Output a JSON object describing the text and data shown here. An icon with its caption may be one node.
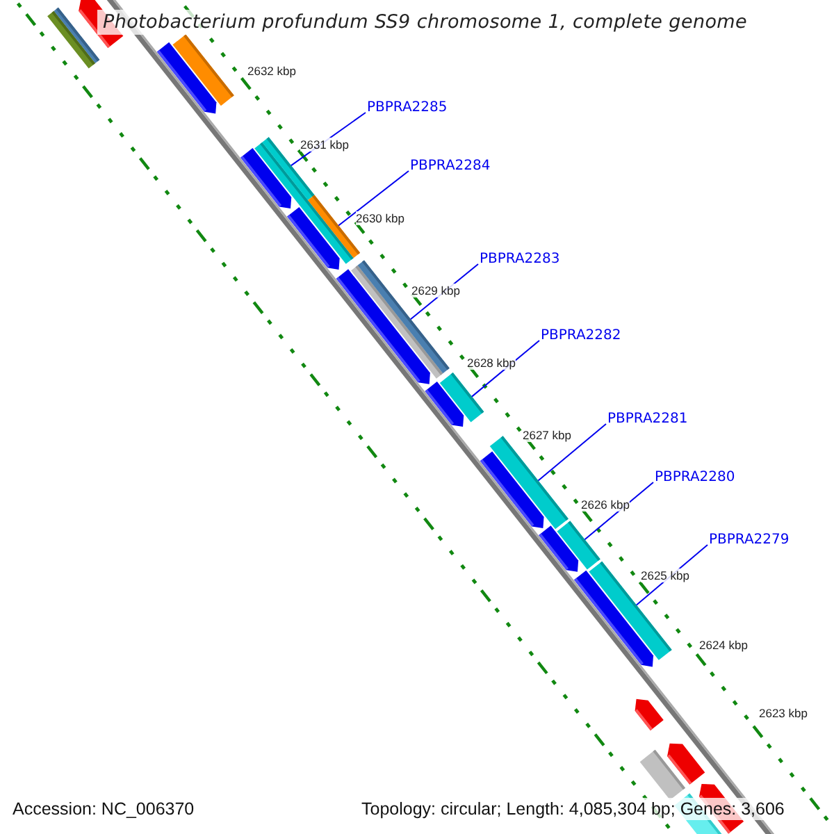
{
  "diagram": {
    "title": "Photobacterium profundum SS9 chromosome 1, complete genome",
    "nodes": [
      {
        "text": [
          "PBPRA2285"
        ]
      },
      {
        "text": [
          "PBPRA2284"
        ]
      },
      {
        "text": [
          "PBPRA2283"
        ]
      },
      {
        "text": [
          "PBPRA2282"
        ]
      },
      {
        "text": [
          "PBPRA2281"
        ]
      },
      {
        "text": [
          "PBPRA2280"
        ]
      },
      {
        "text": [
          "PBPRA2279"
        ]
      },
      {
        "text": [],
        "shape": "bar"
      },
      {
        "text": [],
        "shape": "bar"
      },
      {
        "text": [],
        "shape": "bar"
      },
      {
        "text": [],
        "shape": "bar"
      },
      {
        "text": [],
        "shape": "bar"
      },
      {
        "text": [],
        "shape": "bar"
      },
      {
        "text": [],
        "shape": "bar"
      },
      {
        "text": [],
        "shape": "bar"
      }
    ],
    "edges": [
      {
        "from": 0,
        "to": 8,
        "arrow": "none"
      },
      {
        "from": 1,
        "to": 9,
        "arrow": "none"
      },
      {
        "from": 2,
        "to": 10,
        "arrow": "none"
      },
      {
        "from": 3,
        "to": 11,
        "arrow": "none"
      },
      {
        "from": 4,
        "to": 12,
        "arrow": "none"
      },
      {
        "from": 5,
        "to": 13,
        "arrow": "none"
      },
      {
        "from": 6,
        "to": 14,
        "arrow": "none"
      }
    ],
    "labels": [
      "2632 kbp",
      "2631 kbp",
      "2630 kbp",
      "2629 kbp",
      "2628 kbp",
      "2627 kbp",
      "2626 kbp",
      "2625 kbp",
      "2624 kbp",
      "2623 kbp",
      "Accession: NC_006370",
      "Topology: circular; Length: 4,085,304 bp; Genes: 3,606"
    ]
  }
}
